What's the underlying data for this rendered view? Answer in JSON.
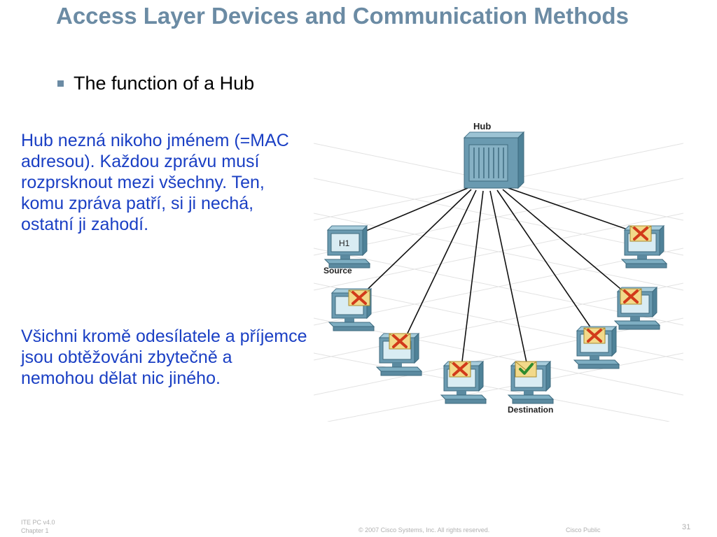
{
  "slide": {
    "title": "Access Layer Devices and Communication Methods",
    "bullet": "The function of a Hub",
    "paragraphs": [
      "Hub nezná nikoho jménem (=MAC adresou). Každou zprávu musí rozprsknout mezi všechny. Ten, komu zpráva patří, si ji nechá, ostatní ji zahodí.",
      "Všichni kromě odesílatele a příjemce jsou obtěžováni zbytečně a nemohou dělat nic jiného."
    ]
  },
  "diagram": {
    "hub_label": "Hub",
    "source_host_label": "H1",
    "source_label": "Source",
    "destination_label": "Destination",
    "discarded_icon": "x-envelope-icon",
    "accepted_icon": "check-envelope-icon",
    "colors": {
      "device": "#6a9ab0",
      "envelope": "#f2d98a",
      "reject": "#d23a1a",
      "accept": "#2e8b2e"
    }
  },
  "footer": {
    "course": "ITE PC v4.0",
    "chapter": "Chapter 1",
    "copyright": "© 2007 Cisco Systems, Inc. All rights reserved.",
    "classification": "Cisco Public",
    "page_number": "31"
  },
  "colors": {
    "title": "#6b8ba4",
    "body_text": "#1a3fc4",
    "footer": "#b0b0b0"
  }
}
